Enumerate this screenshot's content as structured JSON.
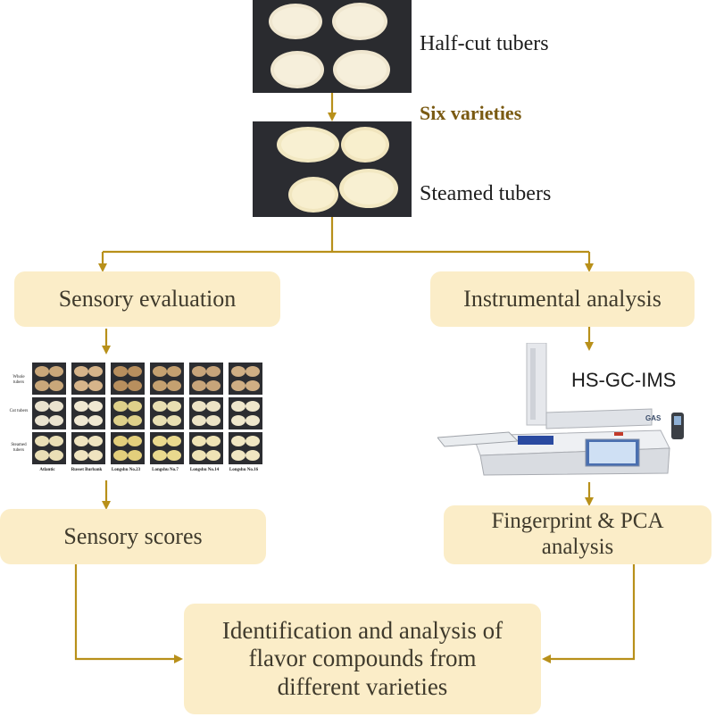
{
  "top_photo": {
    "label": "Half-cut tubers"
  },
  "middle_title": "Six varieties",
  "second_photo": {
    "label": "Steamed tubers"
  },
  "left_branch": {
    "title": "Sensory evaluation",
    "grid": {
      "row_labels": [
        "Whole tubers",
        "Cut tubers",
        "Steamed tubers"
      ],
      "column_labels": [
        "Atlantic",
        "Russet Burbank",
        "Longshu No.23",
        "Longshu No.7",
        "Longshu No.14",
        "Longshu No.16"
      ]
    },
    "result": "Sensory scores"
  },
  "right_branch": {
    "title": "Instrumental analysis",
    "instrument_label": "HS-GC-IMS",
    "instrument_brand": "GAS",
    "result": "Fingerprint & PCA analysis"
  },
  "final": "Identification and analysis of flavor compounds from different varieties",
  "colors": {
    "arrow": "#b8901a",
    "box_fill": "#fbedc8",
    "accent_text": "#7a5a12",
    "photo_bg": "#2a2b2f"
  }
}
